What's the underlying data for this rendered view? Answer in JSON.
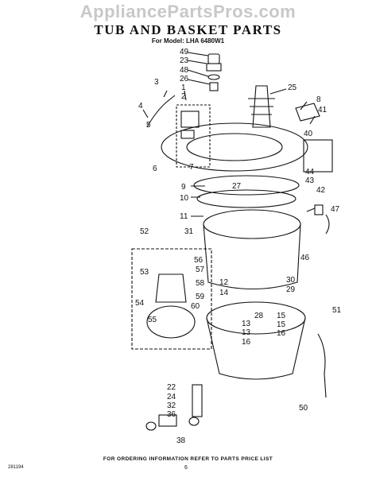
{
  "watermark": "AppliancePartsPros.com",
  "title": "TUB AND BASKET PARTS",
  "subtitle": "For Model: LHA 6480W1",
  "footer": {
    "code": "281194",
    "note": "FOR ORDERING INFORMATION REFER TO PARTS PRICE LIST",
    "page": "6"
  },
  "callouts": [
    "49",
    "23",
    "48",
    "26",
    "25",
    "3",
    "1",
    "2",
    "4",
    "7",
    "6",
    "5",
    "8",
    "41",
    "40",
    "44",
    "43",
    "42",
    "9",
    "10",
    "27",
    "11",
    "47",
    "46",
    "52",
    "31",
    "56",
    "53",
    "57",
    "58",
    "59",
    "60",
    "55",
    "54",
    "12",
    "14",
    "30",
    "29",
    "28",
    "13",
    "15",
    "16",
    "51",
    "22",
    "24",
    "32",
    "36",
    "38",
    "50",
    "16",
    "15",
    "13"
  ]
}
